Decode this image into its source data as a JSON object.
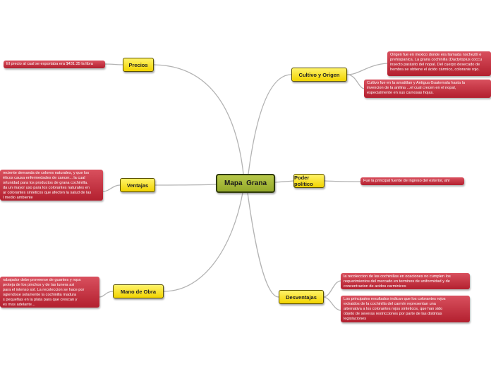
{
  "central": {
    "label": "Mapa  Grana"
  },
  "topics": {
    "precios": "Precios",
    "cultivo": "Cultivo y Origen",
    "ventajas": "Ventajas",
    "poder": "Poder político",
    "mano": "Mano de Obra",
    "desventajas": "Desventajas"
  },
  "notes": {
    "precios": "El precio al cual se exportaba era $431.35 la libra",
    "cultivo_1": "Origen fue en mexico donde era llamada nocheztli e\nprehispanica, La grana cochinilla (Dactylopius coccu\ninsecto parásito del nopal. Del cuerpo desecado de\nhembra se obtiene el ácido cármico, colorante rojo.",
    "cultivo_2": "Cultivo fue en la amatitlan y Antigua Guatemala hasta la\ninvencion de la anilina ...el cual crecen en el nopal,\nespecialmente en sus carnosas hojas.",
    "ventajas": "reciente demanda de colores naturales, y que los\néticos causa enfermedades de cancer...  la cual\nortunidad para los productos de grana cochinilla.\nda un mayor uso para los colorantes  naturales en\nar colorantes sinteticos que afecten la salud de las\nl medio ambiente",
    "poder": "Fue la principal fuente de ingreso del exterior, ahí",
    "mano": "rabajador debe proveerse de guantes y ropa\nproteja de los pinchos y de las tunera asi\npara el intenso sol. La recoleccion se hace por\nogiendose solamente la cochinilla madura\ns pequeñas en la plata para que crescan y\nes mas adelante...",
    "desventajas_1": "la recoleccion de las cochinillas en ocaciones no cumplen los\nrequerimientos del mercado en terminos de uniformidad y de\nconcentracion de acidos carminicos",
    "desventajas_2": "Los principales resultados indican que los colorantes rojos\nextraidos de la cochinilla del carmín representan una\nalternativa a los colorantes rojos sinteticos, que han sido\nobjeto de severas restricciones por parte de las distintas\nlegislaciones"
  },
  "colors": {
    "central_fill": "#a5b83a",
    "topic_fill": "#f7e01c",
    "note_fill": "#c2303f",
    "connector": "#b3b3b3"
  }
}
